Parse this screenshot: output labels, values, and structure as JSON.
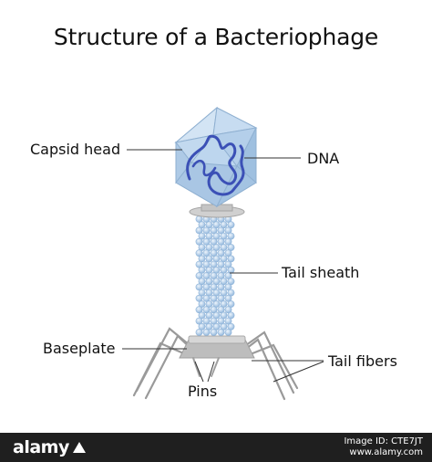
{
  "title": "Structure of a Bacteriophage",
  "labels": {
    "capsid_head": "Capsid head",
    "dna": "DNA",
    "tail_sheath": "Tail sheath",
    "baseplate": "Baseplate",
    "tail_fibers": "Tail fibers",
    "pins": "Pins"
  },
  "watermark": {
    "brand": "alamy",
    "image_id": "Image ID: CTE7JT",
    "site": "www.alamy.com"
  },
  "colors": {
    "capsid": "#b4cfe9",
    "capsid_edge": "#8aa9c9",
    "dna": "#3b50b6",
    "sheath": "#a9c8e6",
    "collar": "#c8c8c8",
    "fibers": "#999999",
    "footer": "#1f1f1f"
  }
}
